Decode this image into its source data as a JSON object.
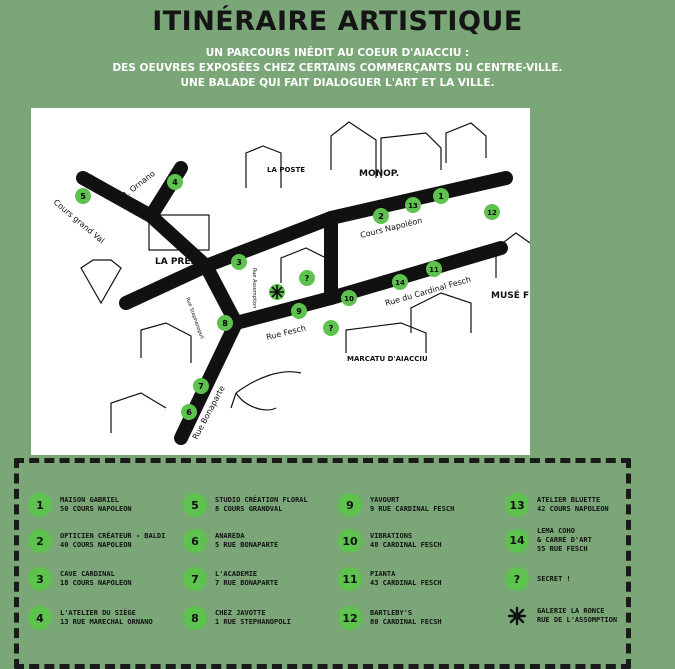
{
  "header": {
    "title": "ITINÉRAIRE ARTISTIQUE",
    "subtitle_lines": [
      "UN PARCOURS INÉDIT AU COEUR D'AIACCIU :",
      "DES OEUVRES EXPOSÉES CHEZ CERTAINS COMMERÇANTS DU CENTRE-VILLE.",
      "UNE BALADE QUI FAIT DIALOGUER L'ART ET LA VILLE."
    ]
  },
  "map": {
    "street_labels": [
      "Cours grand Val",
      "M. Ornano",
      "Cours Napoléon",
      "Rue du Cardinal Fesch",
      "Rue Fesch",
      "Rue Bonaparte",
      "Rue Stephanopoli",
      "Rue Assomption"
    ],
    "landmarks": [
      "LA PREF",
      "LA POSTE",
      "MONOP.",
      "MUSÉ FESCH",
      "MARCATU D'AIACCIU"
    ],
    "markers": [
      "5",
      "4",
      "3",
      "2",
      "13",
      "1",
      "12",
      "11",
      "14",
      "10",
      "9",
      "8",
      "7",
      "6",
      "?",
      "?"
    ]
  },
  "legend": {
    "items": [
      {
        "num": "1",
        "name": "MAISON GABRIEL",
        "address": "50 COURS NAPOLEON"
      },
      {
        "num": "2",
        "name": "OPTICIEN CRÉATEUR - BALDI",
        "address": "40 COURS NAPOLEON"
      },
      {
        "num": "3",
        "name": "CAVE CARDINAL",
        "address": "18 COURS NAPOLEON"
      },
      {
        "num": "4",
        "name": "L'ATELIER DU SIÈGE",
        "address": "13 RUE MARECHAL ORNANO"
      },
      {
        "num": "5",
        "name": "STUDIO CRÉATION FLORAL",
        "address": "8 COURS GRANDVAL"
      },
      {
        "num": "6",
        "name": "ANAREDA",
        "address": "5 RUE BONAPARTE"
      },
      {
        "num": "7",
        "name": "L'ACADEMIE",
        "address": "7 RUE BONAPARTE"
      },
      {
        "num": "8",
        "name": "CHEZ JAVOTTE",
        "address": "1 RUE STEPHANOPOLI"
      },
      {
        "num": "9",
        "name": "YAVOURT",
        "address": "9 RUE CARDINAL FESCH"
      },
      {
        "num": "10",
        "name": "VIBRATIONS",
        "address": "48 CARDINAL FESCH"
      },
      {
        "num": "11",
        "name": "PIANTA",
        "address": "43 CARDINAL FESCH"
      },
      {
        "num": "12",
        "name": "BARTLEBY'S",
        "address": "80 CARDINAL FECSH"
      },
      {
        "num": "13",
        "name": "ATELIER BLUETTE",
        "address": "42 COURS NAPOLEON"
      },
      {
        "num": "14",
        "name": "LEMA COHO",
        "address": "& CARRÉ D'ART",
        "address2": "55 RUE FESCH"
      },
      {
        "num": "?",
        "name": "SECRET !",
        "address": ""
      },
      {
        "num": "*",
        "name": "GALERIE LA RONCE",
        "address": "RUE DE L'ASSOMPTION"
      }
    ]
  },
  "colors": {
    "background": "#7aa678",
    "marker": "#5ec24e",
    "ink": "#151515"
  }
}
